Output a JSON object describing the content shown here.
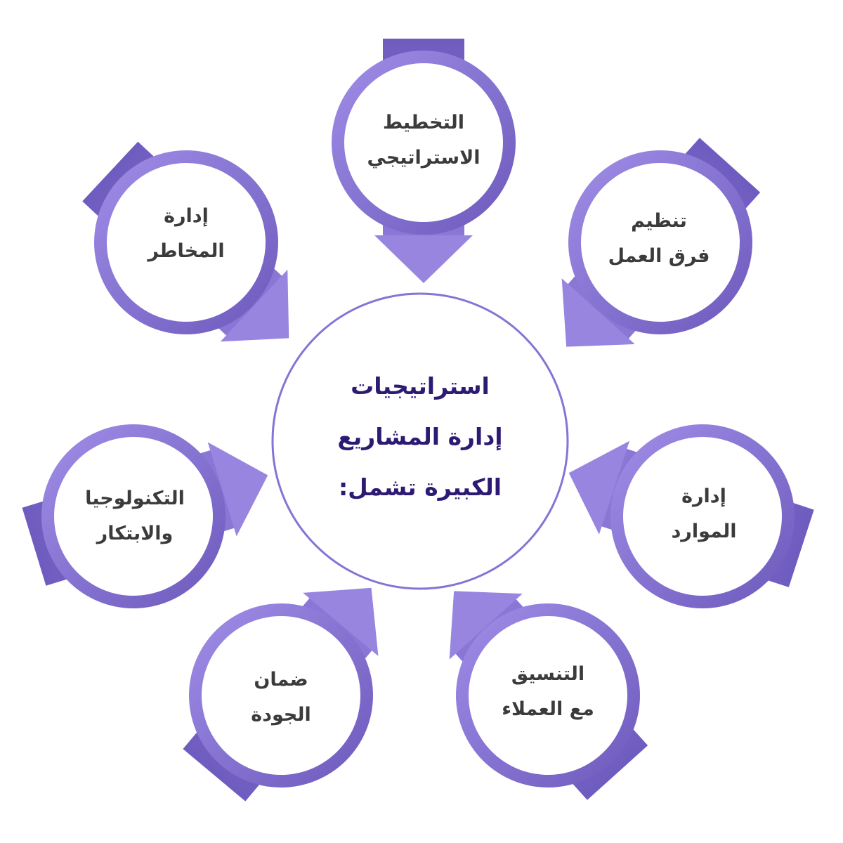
{
  "center": {
    "lines": [
      "استراتيجيات",
      "إدارة المشاريع",
      "الكبيرة تشمل:"
    ]
  },
  "nodes": [
    {
      "lines": [
        "التخطيط",
        "الاستراتيجي"
      ]
    },
    {
      "lines": [
        "تنظيم",
        "فرق العمل"
      ]
    },
    {
      "lines": [
        "إدارة",
        "الموارد"
      ]
    },
    {
      "lines": [
        "التنسيق",
        "مع العملاء"
      ]
    },
    {
      "lines": [
        "ضمان",
        "الجودة"
      ]
    },
    {
      "lines": [
        "التكنولوجيا",
        "والابتكار"
      ]
    },
    {
      "lines": [
        "إدارة",
        "المخاطر"
      ]
    }
  ],
  "colors": {
    "ring_light": "#9d8ae6",
    "ring_dark": "#6f5cbf",
    "arrow_tail": "#7563c4",
    "arrow_head": "#9785e0",
    "center_stroke": "#8574d6",
    "center_text": "#2d1b73",
    "node_text": "#3b3b3b"
  }
}
